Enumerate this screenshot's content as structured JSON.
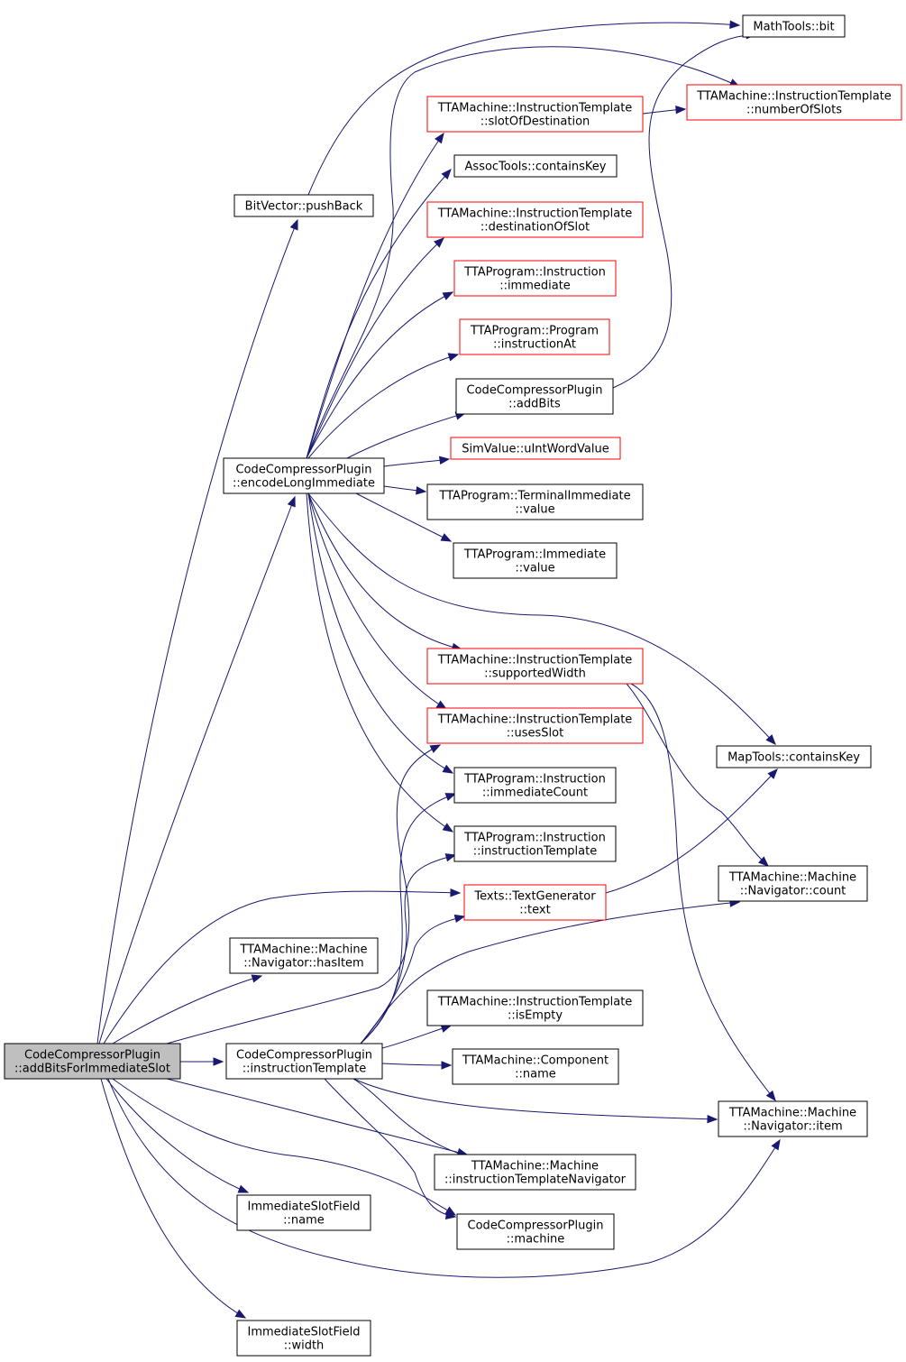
{
  "colors": {
    "edge": "#191970",
    "border_normal": "#000000",
    "border_truncated": "#ff0000",
    "root_fill": "#bfbfbf",
    "node_fill": "#ffffff"
  },
  "nodes": [
    {
      "id": "root",
      "lines": [
        "CodeCompressorPlugin",
        "::addBitsForImmediateSlot"
      ],
      "style": "root"
    },
    {
      "id": "bitvector_pushback",
      "lines": [
        "BitVector::pushBack"
      ],
      "style": "normal"
    },
    {
      "id": "encode_long_immediate",
      "lines": [
        "CodeCompressorPlugin",
        "::encodeLongImmediate"
      ],
      "style": "normal"
    },
    {
      "id": "navigator_hasitem",
      "lines": [
        "TTAMachine::Machine",
        "::Navigator::hasItem"
      ],
      "style": "normal"
    },
    {
      "id": "ccp_instruction_template",
      "lines": [
        "CodeCompressorPlugin",
        "::instructionTemplate"
      ],
      "style": "normal"
    },
    {
      "id": "slotfield_name",
      "lines": [
        "ImmediateSlotField",
        "::name"
      ],
      "style": "normal"
    },
    {
      "id": "slotfield_width",
      "lines": [
        "ImmediateSlotField",
        "::width"
      ],
      "style": "normal"
    },
    {
      "id": "mathtools_bit",
      "lines": [
        "MathTools::bit"
      ],
      "style": "normal"
    },
    {
      "id": "it_number_of_slots",
      "lines": [
        "TTAMachine::InstructionTemplate",
        "::numberOfSlots"
      ],
      "style": "truncated"
    },
    {
      "id": "it_slot_of_destination",
      "lines": [
        "TTAMachine::InstructionTemplate",
        "::slotOfDestination"
      ],
      "style": "truncated"
    },
    {
      "id": "assoctools_containskey",
      "lines": [
        "AssocTools::containsKey"
      ],
      "style": "normal"
    },
    {
      "id": "it_destination_of_slot",
      "lines": [
        "TTAMachine::InstructionTemplate",
        "::destinationOfSlot"
      ],
      "style": "truncated"
    },
    {
      "id": "prog_instruction_immediate",
      "lines": [
        "TTAProgram::Instruction",
        "::immediate"
      ],
      "style": "truncated"
    },
    {
      "id": "prog_program_instructionat",
      "lines": [
        "TTAProgram::Program",
        "::instructionAt"
      ],
      "style": "truncated"
    },
    {
      "id": "ccp_addbits",
      "lines": [
        "CodeCompressorPlugin",
        "::addBits"
      ],
      "style": "normal"
    },
    {
      "id": "simvalue_uintwordvalue",
      "lines": [
        "SimValue::uIntWordValue"
      ],
      "style": "truncated"
    },
    {
      "id": "prog_terminalimmediate_value",
      "lines": [
        "TTAProgram::TerminalImmediate",
        "::value"
      ],
      "style": "normal"
    },
    {
      "id": "prog_immediate_value",
      "lines": [
        "TTAProgram::Immediate",
        "::value"
      ],
      "style": "normal"
    },
    {
      "id": "it_supported_width",
      "lines": [
        "TTAMachine::InstructionTemplate",
        "::supportedWidth"
      ],
      "style": "truncated"
    },
    {
      "id": "it_uses_slot",
      "lines": [
        "TTAMachine::InstructionTemplate",
        "::usesSlot"
      ],
      "style": "truncated"
    },
    {
      "id": "prog_instruction_immediatecount",
      "lines": [
        "TTAProgram::Instruction",
        "::immediateCount"
      ],
      "style": "normal"
    },
    {
      "id": "prog_instruction_instructiontemplate",
      "lines": [
        "TTAProgram::Instruction",
        "::instructionTemplate"
      ],
      "style": "normal"
    },
    {
      "id": "textgenerator_text",
      "lines": [
        "Texts::TextGenerator",
        "::text"
      ],
      "style": "truncated"
    },
    {
      "id": "maptools_containskey",
      "lines": [
        "MapTools::containsKey"
      ],
      "style": "normal"
    },
    {
      "id": "navigator_count",
      "lines": [
        "TTAMachine::Machine",
        "::Navigator::count"
      ],
      "style": "normal"
    },
    {
      "id": "it_isempty",
      "lines": [
        "TTAMachine::InstructionTemplate",
        "::isEmpty"
      ],
      "style": "normal"
    },
    {
      "id": "component_name",
      "lines": [
        "TTAMachine::Component",
        "::name"
      ],
      "style": "normal"
    },
    {
      "id": "navigator_item",
      "lines": [
        "TTAMachine::Machine",
        "::Navigator::item"
      ],
      "style": "normal"
    },
    {
      "id": "machine_instructiontemplatenavigator",
      "lines": [
        "TTAMachine::Machine",
        "::instructionTemplateNavigator"
      ],
      "style": "normal"
    },
    {
      "id": "ccp_machine",
      "lines": [
        "CodeCompressorPlugin",
        "::machine"
      ],
      "style": "normal"
    }
  ],
  "edges": [
    {
      "from": "root",
      "to": "bitvector_pushback"
    },
    {
      "from": "root",
      "to": "encode_long_immediate"
    },
    {
      "from": "root",
      "to": "navigator_hasitem"
    },
    {
      "from": "root",
      "to": "ccp_instruction_template"
    },
    {
      "from": "root",
      "to": "slotfield_name"
    },
    {
      "from": "root",
      "to": "slotfield_width"
    },
    {
      "from": "root",
      "to": "textgenerator_text"
    },
    {
      "from": "root",
      "to": "it_uses_slot"
    },
    {
      "from": "root",
      "to": "machine_instructiontemplatenavigator"
    },
    {
      "from": "root",
      "to": "ccp_machine"
    },
    {
      "from": "root",
      "to": "navigator_item"
    },
    {
      "from": "bitvector_pushback",
      "to": "mathtools_bit"
    },
    {
      "from": "encode_long_immediate",
      "to": "it_number_of_slots"
    },
    {
      "from": "encode_long_immediate",
      "to": "it_slot_of_destination"
    },
    {
      "from": "encode_long_immediate",
      "to": "assoctools_containskey"
    },
    {
      "from": "encode_long_immediate",
      "to": "it_destination_of_slot"
    },
    {
      "from": "encode_long_immediate",
      "to": "prog_instruction_immediate"
    },
    {
      "from": "encode_long_immediate",
      "to": "prog_program_instructionat"
    },
    {
      "from": "encode_long_immediate",
      "to": "ccp_addbits"
    },
    {
      "from": "encode_long_immediate",
      "to": "simvalue_uintwordvalue"
    },
    {
      "from": "encode_long_immediate",
      "to": "prog_terminalimmediate_value"
    },
    {
      "from": "encode_long_immediate",
      "to": "prog_immediate_value"
    },
    {
      "from": "encode_long_immediate",
      "to": "it_supported_width"
    },
    {
      "from": "encode_long_immediate",
      "to": "it_uses_slot"
    },
    {
      "from": "encode_long_immediate",
      "to": "prog_instruction_immediatecount"
    },
    {
      "from": "encode_long_immediate",
      "to": "prog_instruction_instructiontemplate"
    },
    {
      "from": "encode_long_immediate",
      "to": "maptools_containskey"
    },
    {
      "from": "it_slot_of_destination",
      "to": "it_number_of_slots"
    },
    {
      "from": "ccp_addbits",
      "to": "mathtools_bit"
    },
    {
      "from": "it_supported_width",
      "to": "navigator_count"
    },
    {
      "from": "it_supported_width",
      "to": "navigator_item"
    },
    {
      "from": "textgenerator_text",
      "to": "maptools_containskey"
    },
    {
      "from": "ccp_instruction_template",
      "to": "prog_instruction_immediatecount"
    },
    {
      "from": "ccp_instruction_template",
      "to": "prog_instruction_instructiontemplate"
    },
    {
      "from": "ccp_instruction_template",
      "to": "textgenerator_text"
    },
    {
      "from": "ccp_instruction_template",
      "to": "navigator_count"
    },
    {
      "from": "ccp_instruction_template",
      "to": "it_isempty"
    },
    {
      "from": "ccp_instruction_template",
      "to": "component_name"
    },
    {
      "from": "ccp_instruction_template",
      "to": "navigator_item"
    },
    {
      "from": "ccp_instruction_template",
      "to": "machine_instructiontemplatenavigator"
    },
    {
      "from": "ccp_instruction_template",
      "to": "ccp_machine"
    }
  ]
}
